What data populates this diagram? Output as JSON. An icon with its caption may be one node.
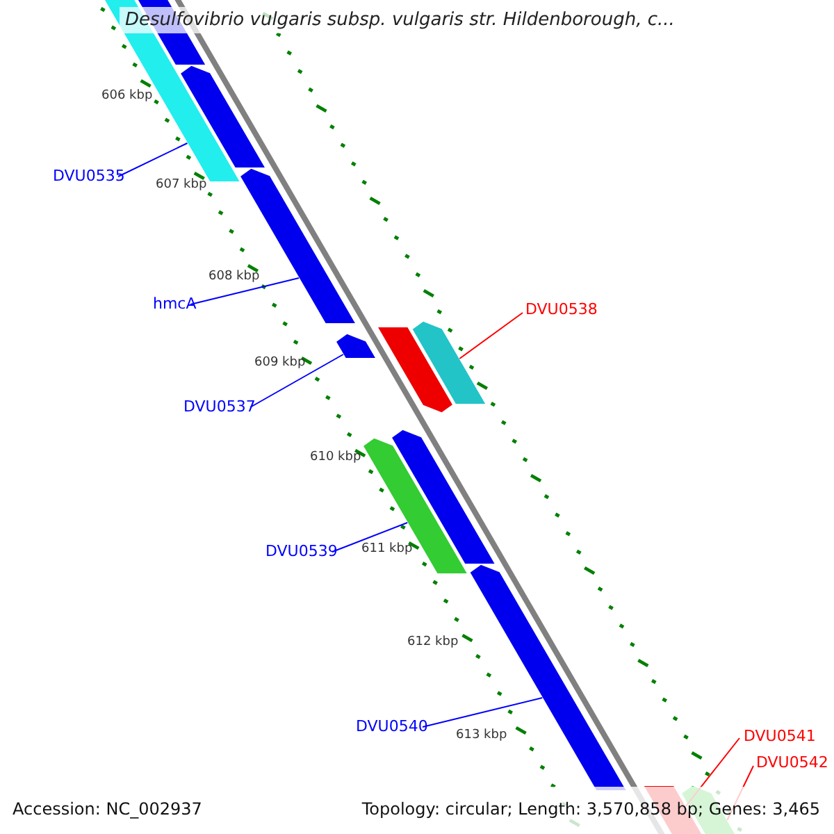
{
  "diagram": {
    "title": "Desulfovibrio vulgaris subsp. vulgaris str. Hildenborough, c...",
    "nodes": [
      {
        "text": [],
        "shape": "bar"
      },
      {
        "text": [],
        "shape": "bar"
      },
      {
        "text": [
          "DVU0535"
        ]
      },
      {
        "text": [],
        "shape": "bar"
      },
      {
        "text": [],
        "shape": "bar"
      },
      {
        "text": [
          "hmcA"
        ]
      },
      {
        "text": [
          "DVU0538"
        ]
      },
      {
        "text": [],
        "shape": "bar"
      },
      {
        "text": [],
        "shape": "bar"
      },
      {
        "text": [],
        "shape": "bar"
      },
      {
        "text": [
          "DVU0537"
        ]
      },
      {
        "text": [],
        "shape": "bar"
      },
      {
        "text": [],
        "shape": "bar"
      },
      {
        "text": [
          "DVU0539"
        ]
      },
      {
        "text": [],
        "shape": "bar"
      },
      {
        "text": [
          "DVU0540"
        ]
      },
      {
        "text": [
          "DVU0541"
        ]
      },
      {
        "text": [],
        "shape": "bar"
      },
      {
        "text": [
          "DVU0542"
        ]
      },
      {
        "text": [],
        "shape": "bar"
      }
    ],
    "edges": [
      {
        "from": 2,
        "to": 1,
        "arrow": "none"
      },
      {
        "from": 5,
        "to": 4,
        "arrow": "none"
      },
      {
        "from": 6,
        "to": 7,
        "arrow": "none",
        "color": "#ff0000"
      },
      {
        "from": 10,
        "to": 9,
        "arrow": "none"
      },
      {
        "from": 13,
        "to": 12,
        "arrow": "none"
      },
      {
        "from": 15,
        "to": 14,
        "arrow": "none"
      },
      {
        "from": 16,
        "to": 17,
        "arrow": "none",
        "color": "#ff0000"
      },
      {
        "from": 18,
        "to": 19,
        "arrow": "none",
        "color": "#ff0000"
      }
    ],
    "labels": [
      "606 kbp",
      "607 kbp",
      "608 kbp",
      "609 kbp",
      "610 kbp",
      "611 kbp",
      "612 kbp",
      "613 kbp",
      "Accession: NC_002937",
      "Topology: circular; Length: 3,570,858 bp; Genes: 3,465"
    ]
  }
}
